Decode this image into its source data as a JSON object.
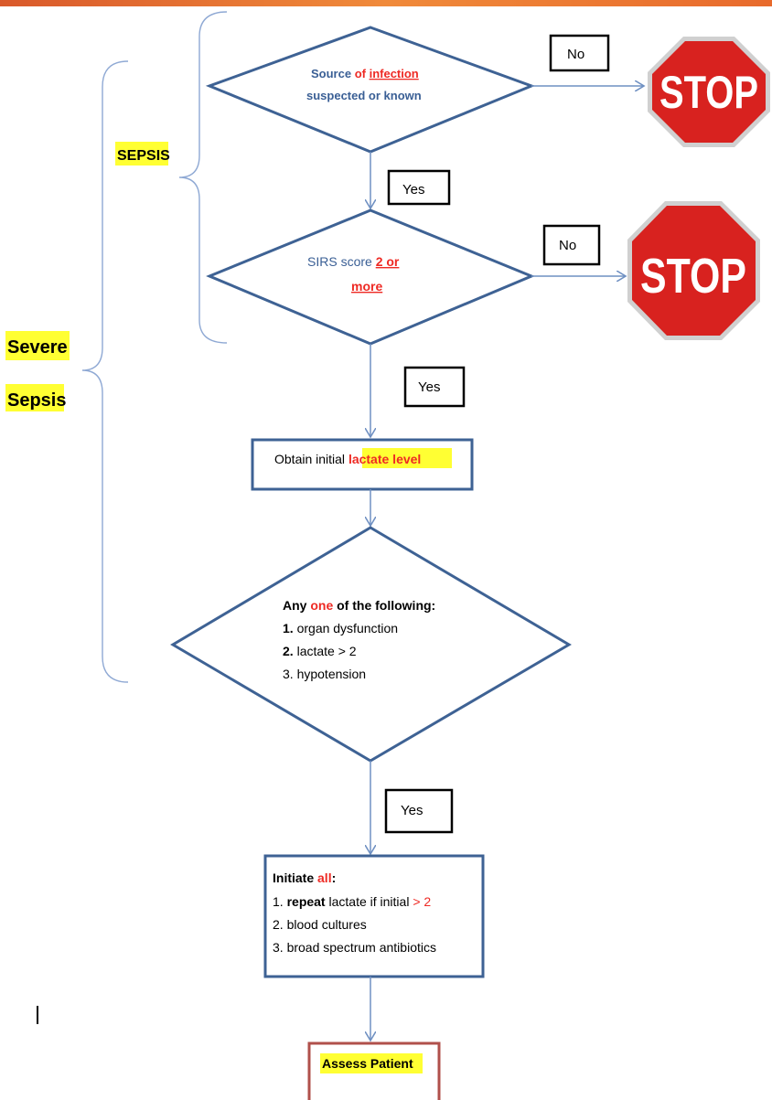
{
  "decision1": {
    "line1_prefix": "Source ",
    "line1_of": "of ",
    "line1_infection": "infection",
    "line2": "suspected or known"
  },
  "decision2": {
    "line1_prefix": "SIRS score ",
    "line1_highlight": "2 or",
    "line2": "more"
  },
  "no_label_1": "No",
  "no_label_2": "No",
  "yes_label_1": "Yes",
  "yes_label_2": "Yes",
  "yes_label_3": "Yes",
  "stop_sign_1": "STOP",
  "stop_sign_2": "STOP",
  "bracket_sepsis_label": "SEPSIS",
  "bracket_severe_label_1": "Severe",
  "bracket_severe_label_2": "Sepsis",
  "lactate_box": {
    "prefix": "Obtain initial ",
    "highlight": "lactate level"
  },
  "decision3": {
    "heading_prefix": "Any ",
    "heading_one": "one",
    "heading_suffix": " of the following:",
    "item1_num": "1.",
    "item1_text": "organ dysfunction",
    "item2_num": "2.",
    "item2_text": "lactate > 2",
    "item3_text": "3. hypotension"
  },
  "initiate_box": {
    "heading_prefix": "Initiate ",
    "heading_all": "all",
    "heading_colon": ":",
    "item1_prefix": "1. ",
    "item1_bold": "repeat",
    "item1_mid": " lactate if initial ",
    "item1_red": "> 2",
    "item2": "2. blood cultures",
    "item3": "3. broad spectrum antibiotics"
  },
  "assess_box": {
    "label": "Assess Patient"
  },
  "colors": {
    "shape_stroke": "#3e6294",
    "arrow": "#6f90c2",
    "bracket": "#8fa9d4",
    "stop_fill": "#d8221f",
    "stop_border": "#c9c9c9",
    "text_blue": "#3a5f95",
    "text_red": "#ee2a24",
    "highlight": "#ffff33",
    "assess_border": "#b0504b",
    "top_bar": "#e8672c"
  }
}
